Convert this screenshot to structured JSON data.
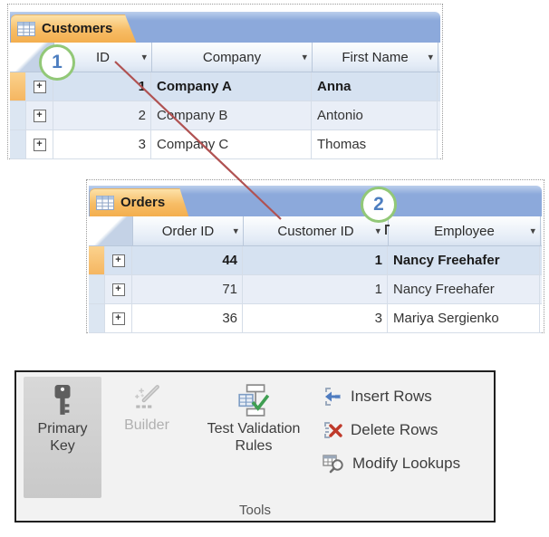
{
  "customers": {
    "tab": "Customers",
    "columns": [
      "ID",
      "Company",
      "First Name"
    ],
    "rows": [
      {
        "id": "1",
        "company": "Company A",
        "first_name": "Anna"
      },
      {
        "id": "2",
        "company": "Company B",
        "first_name": "Antonio"
      },
      {
        "id": "3",
        "company": "Company C",
        "first_name": "Thomas"
      }
    ]
  },
  "orders": {
    "tab": "Orders",
    "columns": [
      "Order ID",
      "Customer ID",
      "Employee"
    ],
    "rows": [
      {
        "order_id": "44",
        "customer_id": "1",
        "employee": "Nancy Freehafer"
      },
      {
        "order_id": "71",
        "customer_id": "1",
        "employee": "Nancy Freehafer"
      },
      {
        "order_id": "36",
        "customer_id": "3",
        "employee": "Mariya Sergienko"
      }
    ]
  },
  "callouts": [
    {
      "number": "1"
    },
    {
      "number": "2"
    }
  ],
  "ribbon": {
    "group_label": "Tools",
    "buttons": {
      "primary_key": "Primary Key",
      "builder": "Builder",
      "test_validation": "Test Validation Rules",
      "insert_rows": "Insert Rows",
      "delete_rows": "Delete Rows",
      "modify_lookups": "Modify Lookups"
    }
  },
  "ui": {
    "icons": {
      "dropdown": "▾",
      "expand": "+"
    }
  },
  "colors": {
    "tab_orange": "#F3AE4E",
    "band_blue": "#8CA9DB",
    "callout_green": "#92C877",
    "callout_number_blue": "#4D7EC0",
    "relationship_line_red": "#B05252",
    "current_row_blue": "#D6E2F1",
    "selector_orange": "#F5B661",
    "ribbon_selected_gray": "#D0D0D0"
  }
}
